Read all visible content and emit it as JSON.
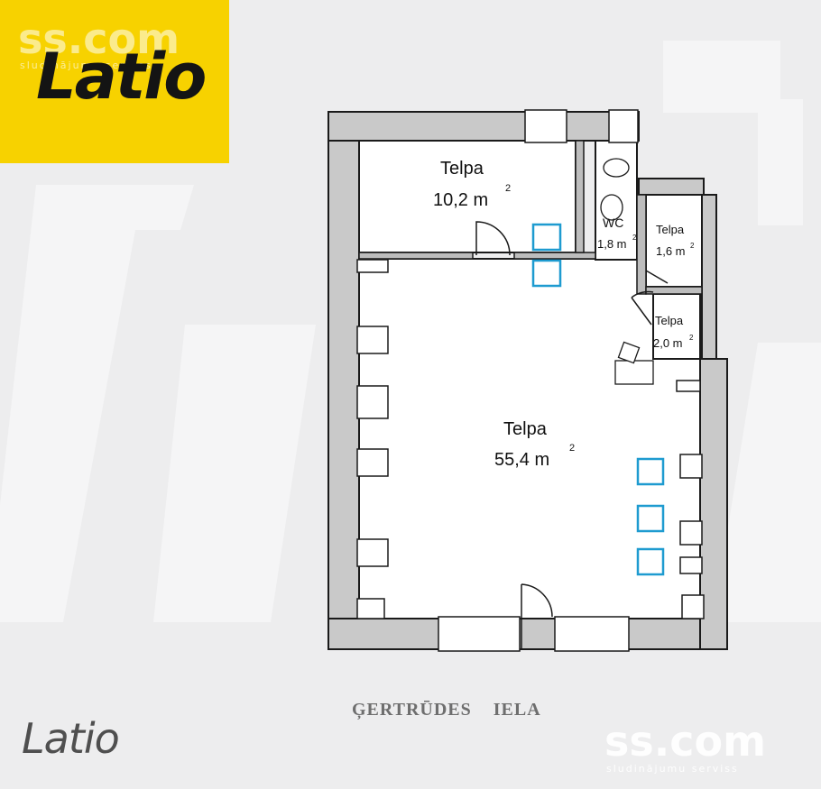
{
  "branding": {
    "logo_text": "Latio",
    "watermark_text": "ss.com",
    "watermark_subtitle": "sludinājumu serviss",
    "logo_bottom_text": "Latio",
    "accent_color": "#f7d200",
    "wall_color": "#c8c8c8",
    "marker_color": "#1e9bd0"
  },
  "plan": {
    "street_label": "ĢERTRŪDES    IELA",
    "rooms": [
      {
        "name": "Telpa",
        "area": "10,2 m",
        "superscript": "2"
      },
      {
        "name": "WC",
        "area": "1,8 m",
        "superscript": "2"
      },
      {
        "name": "Telpa",
        "area": "1,6 m",
        "superscript": "2"
      },
      {
        "name": "Telpa",
        "area": "2,0 m",
        "superscript": "2"
      },
      {
        "name": "Telpa",
        "area": "55,4 m",
        "superscript": "2"
      }
    ]
  }
}
